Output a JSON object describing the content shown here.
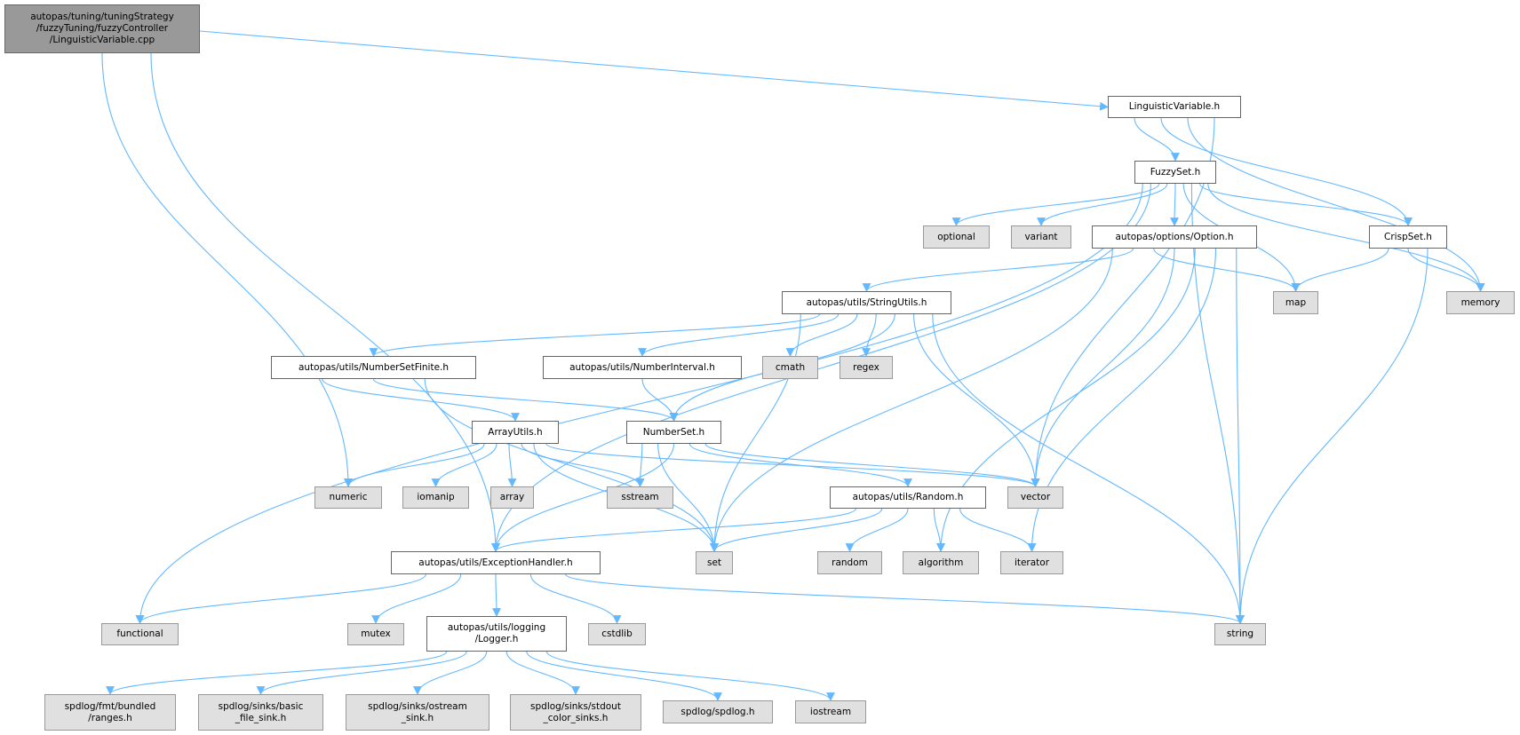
{
  "graph": {
    "title": "Include dependency graph",
    "colors": {
      "edge": "#63b8ff",
      "root_fill": "#999999",
      "internal_fill": "#ffffff",
      "external_fill": "#e0e0e0"
    },
    "nodes": [
      {
        "id": "cpp",
        "label": "autopas/tuning/tuningStrategy\n/fuzzyTuning/fuzzyController\n/LinguisticVariable.cpp",
        "kind": "root"
      },
      {
        "id": "lv",
        "label": "LinguisticVariable.h",
        "kind": "internal"
      },
      {
        "id": "fuzzy",
        "label": "FuzzySet.h",
        "kind": "internal"
      },
      {
        "id": "optional",
        "label": "optional",
        "kind": "external"
      },
      {
        "id": "variant",
        "label": "variant",
        "kind": "external"
      },
      {
        "id": "option",
        "label": "autopas/options/Option.h",
        "kind": "internal"
      },
      {
        "id": "crisp",
        "label": "CrispSet.h",
        "kind": "internal"
      },
      {
        "id": "map",
        "label": "map",
        "kind": "external"
      },
      {
        "id": "memory",
        "label": "memory",
        "kind": "external"
      },
      {
        "id": "stringutils",
        "label": "autopas/utils/StringUtils.h",
        "kind": "internal"
      },
      {
        "id": "nsfinite",
        "label": "autopas/utils/NumberSetFinite.h",
        "kind": "internal"
      },
      {
        "id": "ninterval",
        "label": "autopas/utils/NumberInterval.h",
        "kind": "internal"
      },
      {
        "id": "cmath",
        "label": "cmath",
        "kind": "external"
      },
      {
        "id": "regex",
        "label": "regex",
        "kind": "external"
      },
      {
        "id": "arrayutils",
        "label": "ArrayUtils.h",
        "kind": "internal"
      },
      {
        "id": "numberset",
        "label": "NumberSet.h",
        "kind": "internal"
      },
      {
        "id": "numeric",
        "label": "numeric",
        "kind": "external"
      },
      {
        "id": "iomanip",
        "label": "iomanip",
        "kind": "external"
      },
      {
        "id": "array",
        "label": "array",
        "kind": "external"
      },
      {
        "id": "sstream",
        "label": "sstream",
        "kind": "external"
      },
      {
        "id": "random_h",
        "label": "autopas/utils/Random.h",
        "kind": "internal"
      },
      {
        "id": "vector",
        "label": "vector",
        "kind": "external"
      },
      {
        "id": "exception",
        "label": "autopas/utils/ExceptionHandler.h",
        "kind": "internal"
      },
      {
        "id": "set",
        "label": "set",
        "kind": "external"
      },
      {
        "id": "random",
        "label": "random",
        "kind": "external"
      },
      {
        "id": "algorithm",
        "label": "algorithm",
        "kind": "external"
      },
      {
        "id": "iterator",
        "label": "iterator",
        "kind": "external"
      },
      {
        "id": "functional",
        "label": "functional",
        "kind": "external"
      },
      {
        "id": "mutex",
        "label": "mutex",
        "kind": "external"
      },
      {
        "id": "logger",
        "label": "autopas/utils/logging\n/Logger.h",
        "kind": "internal"
      },
      {
        "id": "cstdlib",
        "label": "cstdlib",
        "kind": "external"
      },
      {
        "id": "string",
        "label": "string",
        "kind": "external"
      },
      {
        "id": "ranges",
        "label": "spdlog/fmt/bundled\n/ranges.h",
        "kind": "external"
      },
      {
        "id": "basicsink",
        "label": "spdlog/sinks/basic\n_file_sink.h",
        "kind": "external"
      },
      {
        "id": "ostreamsink",
        "label": "spdlog/sinks/ostream\n_sink.h",
        "kind": "external"
      },
      {
        "id": "stdoutsink",
        "label": "spdlog/sinks/stdout\n_color_sinks.h",
        "kind": "external"
      },
      {
        "id": "spdlog",
        "label": "spdlog/spdlog.h",
        "kind": "external"
      },
      {
        "id": "iostream",
        "label": "iostream",
        "kind": "external"
      }
    ],
    "edges": [
      [
        "cpp",
        "lv"
      ],
      [
        "cpp",
        "numeric"
      ],
      [
        "cpp",
        "exception"
      ],
      [
        "lv",
        "fuzzy"
      ],
      [
        "lv",
        "crisp"
      ],
      [
        "lv",
        "memory"
      ],
      [
        "lv",
        "vector"
      ],
      [
        "fuzzy",
        "functional"
      ],
      [
        "fuzzy",
        "exception"
      ],
      [
        "fuzzy",
        "optional"
      ],
      [
        "fuzzy",
        "variant"
      ],
      [
        "fuzzy",
        "option"
      ],
      [
        "fuzzy",
        "map"
      ],
      [
        "fuzzy",
        "string"
      ],
      [
        "fuzzy",
        "crisp"
      ],
      [
        "fuzzy",
        "memory"
      ],
      [
        "crisp",
        "map"
      ],
      [
        "crisp",
        "memory"
      ],
      [
        "crisp",
        "string"
      ],
      [
        "option",
        "set"
      ],
      [
        "option",
        "stringutils"
      ],
      [
        "option",
        "map"
      ],
      [
        "option",
        "vector"
      ],
      [
        "option",
        "algorithm"
      ],
      [
        "option",
        "iterator"
      ],
      [
        "option",
        "string"
      ],
      [
        "stringutils",
        "set"
      ],
      [
        "stringutils",
        "nsfinite"
      ],
      [
        "stringutils",
        "ninterval"
      ],
      [
        "stringutils",
        "cmath"
      ],
      [
        "stringutils",
        "regex"
      ],
      [
        "stringutils",
        "numberset"
      ],
      [
        "stringutils",
        "vector"
      ],
      [
        "stringutils",
        "string"
      ],
      [
        "nsfinite",
        "arrayutils"
      ],
      [
        "nsfinite",
        "numberset"
      ],
      [
        "nsfinite",
        "set"
      ],
      [
        "ninterval",
        "numberset"
      ],
      [
        "arrayutils",
        "numeric"
      ],
      [
        "arrayutils",
        "iomanip"
      ],
      [
        "arrayutils",
        "array"
      ],
      [
        "arrayutils",
        "sstream"
      ],
      [
        "arrayutils",
        "set"
      ],
      [
        "arrayutils",
        "vector"
      ],
      [
        "numberset",
        "sstream"
      ],
      [
        "numberset",
        "set"
      ],
      [
        "numberset",
        "exception"
      ],
      [
        "numberset",
        "random_h"
      ],
      [
        "numberset",
        "vector"
      ],
      [
        "random_h",
        "exception"
      ],
      [
        "random_h",
        "set"
      ],
      [
        "random_h",
        "random"
      ],
      [
        "random_h",
        "algorithm"
      ],
      [
        "random_h",
        "iterator"
      ],
      [
        "exception",
        "functional"
      ],
      [
        "exception",
        "mutex"
      ],
      [
        "exception",
        "logger"
      ],
      [
        "exception",
        "cstdlib"
      ],
      [
        "exception",
        "string"
      ],
      [
        "logger",
        "ranges"
      ],
      [
        "logger",
        "basicsink"
      ],
      [
        "logger",
        "ostreamsink"
      ],
      [
        "logger",
        "stdoutsink"
      ],
      [
        "logger",
        "spdlog"
      ],
      [
        "logger",
        "iostream"
      ]
    ]
  }
}
